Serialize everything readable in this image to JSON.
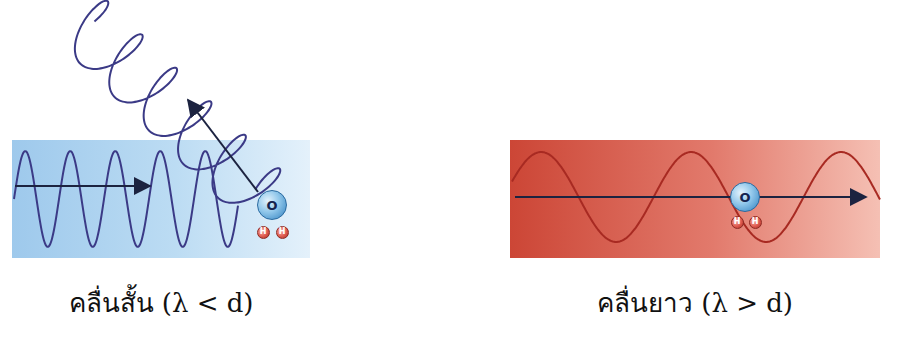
{
  "diagram": {
    "nodes": [
      {
        "text": [
          "คลื่นสั้น (λ < d)"
        ]
      },
      {
        "text": [
          "O"
        ],
        "in": 0
      },
      {
        "text": [
          "H"
        ],
        "in": 0
      },
      {
        "text": [
          "H"
        ],
        "in": 0
      },
      {
        "text": [
          "คลื่นยาว (λ > d)"
        ]
      },
      {
        "text": [
          "O"
        ],
        "in": 4
      },
      {
        "text": [
          "H"
        ],
        "in": 4
      },
      {
        "text": [
          "H"
        ],
        "in": 4
      }
    ]
  }
}
